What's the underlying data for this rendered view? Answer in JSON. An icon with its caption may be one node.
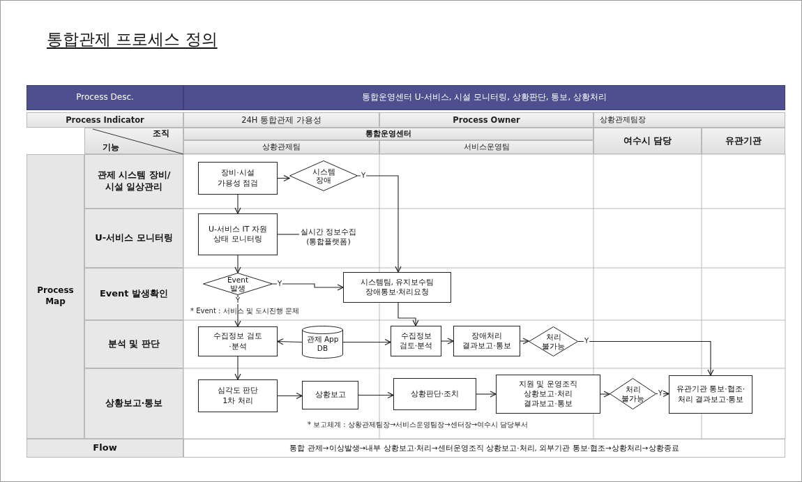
{
  "diagram": {
    "title": "통합관제 프로세스 정의",
    "nodes": [
      {
        "text": [
          "장비·시설 가용성 점검"
        ]
      },
      {
        "text": [
          "시스템 장애"
        ]
      },
      {
        "text": [
          "U-서비스 IT 자원 상태 모니터링"
        ]
      },
      {
        "text": [
          "실시간 정보수집 (통합플랫폼)"
        ]
      },
      {
        "text": [
          "Event 발생"
        ]
      },
      {
        "text": [
          "시스템팀, 유지보수팀 장애통보·처리요청"
        ]
      },
      {
        "text": [
          "수집정보 검토·분석"
        ]
      },
      {
        "text": [
          "관제 App DB"
        ]
      },
      {
        "text": [
          "수집정보 검토·분석"
        ]
      },
      {
        "text": [
          "장애처리 결과보고·통보"
        ]
      },
      {
        "text": [
          "처리 불가능"
        ]
      },
      {
        "text": [
          "심각도 판단 1차 처리"
        ]
      },
      {
        "text": [
          "상황보고"
        ]
      },
      {
        "text": [
          "상황판단·조치"
        ]
      },
      {
        "text": [
          "지원 및 운영조직 상황보고·처리 결과보고·통보"
        ]
      },
      {
        "text": [
          "처리 불가능"
        ]
      },
      {
        "text": [
          "유관기관 통보·협조·처리 결과보고·통보"
        ]
      }
    ],
    "edges": [
      {
        "from": 0,
        "to": 1,
        "arrow": "to"
      },
      {
        "from": 1,
        "to": 5,
        "arrow": "to",
        "label": "Y"
      },
      {
        "from": 0,
        "to": 2,
        "arrow": "to"
      },
      {
        "from": 2,
        "to": 3,
        "arrow": "none"
      },
      {
        "from": 2,
        "to": 4,
        "arrow": "to"
      },
      {
        "from": 4,
        "to": 5,
        "arrow": "to",
        "label": "Y"
      },
      {
        "from": 4,
        "to": 6,
        "arrow": "to",
        "label": "Y"
      },
      {
        "from": 5,
        "to": 8,
        "arrow": "to"
      },
      {
        "from": 7,
        "to": 6,
        "arrow": "to"
      },
      {
        "from": 7,
        "to": 8,
        "arrow": "to"
      },
      {
        "from": 8,
        "to": 9,
        "arrow": "to"
      },
      {
        "from": 9,
        "to": 10,
        "arrow": "to"
      },
      {
        "from": 10,
        "to": 16,
        "arrow": "to",
        "label": "Y"
      },
      {
        "from": 6,
        "to": 11,
        "arrow": "to"
      },
      {
        "from": 11,
        "to": 12,
        "arrow": "to"
      },
      {
        "from": 12,
        "to": 13,
        "arrow": "to"
      },
      {
        "from": 13,
        "to": 14,
        "arrow": "to"
      },
      {
        "from": 14,
        "to": 15,
        "arrow": "to"
      },
      {
        "from": 15,
        "to": 16,
        "arrow": "to",
        "label": "Y"
      }
    ],
    "labels": [
      "Process Desc.",
      "통합운영센터 U-서비스, 시설 모니터링, 상황판단, 통보, 상황처리",
      "Process Indicator",
      "24H 통합관제 가용성",
      "Process Owner",
      "상황관제팀장",
      "조직",
      "기능",
      "통합운영센터",
      "상황관제팀",
      "서비스운영팀",
      "여수시 담당",
      "유관기관",
      "Process Map",
      "관제 시스템 장비/시설 일상관리",
      "U-서비스 모니터링",
      "Event 발생확인",
      "* Event : 서비스 및 도시진행 문제",
      "분석 및 판단",
      "상황보고·통보",
      "* 보고체계 : 상황관제팀장→서비스운영팀장→센터장→여수시 담당부서",
      "Flow",
      "통합 관제→이상발생→내부 상황보고·처리→센터운영조직 상황보고·처리, 외부기관 통보·협조→상황처리→상황종료"
    ]
  }
}
